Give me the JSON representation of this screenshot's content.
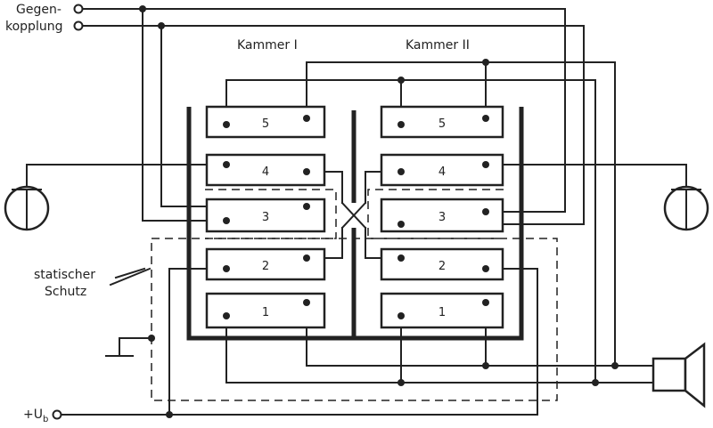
{
  "labels": {
    "feedback_line1": "Gegen-",
    "feedback_line2": "kopplung",
    "chamber_left": "Kammer I",
    "chamber_right": "Kammer II",
    "shield_line1": "statischer",
    "shield_line2": "Schutz",
    "supply_prefix": "+U",
    "supply_sub": "b"
  },
  "chamber_left": {
    "sections": [
      "5",
      "4",
      "3",
      "2",
      "1"
    ]
  },
  "chamber_right": {
    "sections": [
      "5",
      "4",
      "3",
      "2",
      "1"
    ]
  }
}
